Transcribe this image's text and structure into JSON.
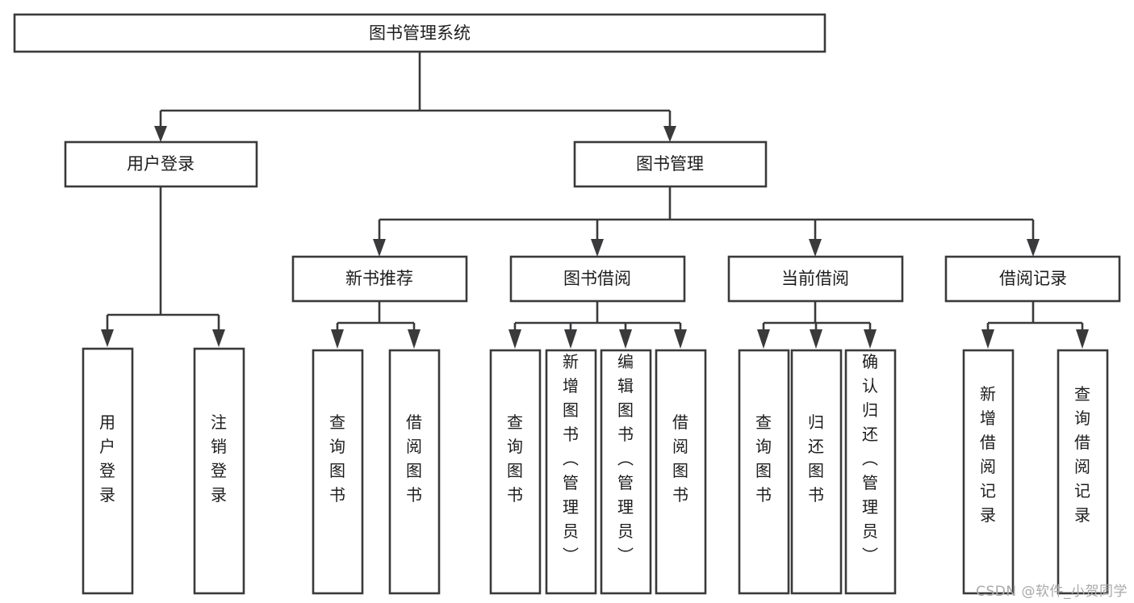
{
  "diagram": {
    "type": "tree-hierarchy",
    "title": "图书管理系统",
    "orientation": "top-down",
    "colors": {
      "stroke": "#3a3a3c",
      "fill": "#ffffff",
      "text": "#1d1d1f",
      "background": "#ffffff",
      "watermark": "#a9a9ad"
    },
    "root": {
      "label": "图书管理系统"
    },
    "level2": [
      {
        "label": "用户登录"
      },
      {
        "label": "图书管理"
      }
    ],
    "level3": [
      {
        "label": "新书推荐"
      },
      {
        "label": "图书借阅"
      },
      {
        "label": "当前借阅"
      },
      {
        "label": "借阅记录"
      }
    ],
    "leaves": {
      "user_login": [
        {
          "label": "用户登录"
        },
        {
          "label": "注销登录"
        }
      ],
      "new_book_recommend": [
        {
          "label": "查询图书"
        },
        {
          "label": "借阅图书"
        }
      ],
      "book_borrow": [
        {
          "label": "查询图书"
        },
        {
          "label": "新增图书（管理员）"
        },
        {
          "label": "编辑图书（管理员）"
        },
        {
          "label": "借阅图书"
        }
      ],
      "current_borrow": [
        {
          "label": "查询图书"
        },
        {
          "label": "归还图书"
        },
        {
          "label": "确认归还（管理员）"
        }
      ],
      "borrow_record": [
        {
          "label": "新增借阅记录"
        },
        {
          "label": "查询借阅记录"
        }
      ]
    }
  },
  "watermark": {
    "text": "CSDN @软件_小贺同学"
  }
}
